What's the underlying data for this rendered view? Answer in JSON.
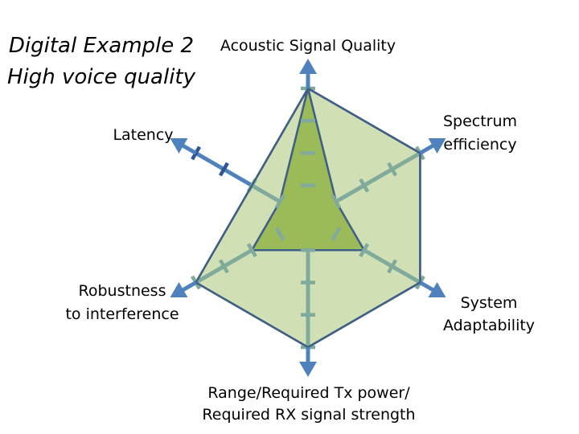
{
  "title": [
    "Digital Example 2",
    "High voice quality"
  ],
  "axes": [
    {
      "key": "acoustic",
      "label": [
        "Acoustic Signal Quality"
      ]
    },
    {
      "key": "spectrum",
      "label": [
        "Spectrum",
        "efficiency"
      ]
    },
    {
      "key": "adaptability",
      "label": [
        "System",
        "Adaptability"
      ]
    },
    {
      "key": "range",
      "label": [
        "Range/Required Tx power/",
        "Required RX signal strength"
      ]
    },
    {
      "key": "robustness",
      "label": [
        "Robustness",
        "to interference"
      ]
    },
    {
      "key": "latency",
      "label": [
        "Latency"
      ]
    }
  ],
  "chart_data": {
    "type": "radar",
    "scale_max": 4,
    "series": [
      {
        "values": [
          4,
          4,
          4,
          4,
          4,
          2
        ]
      },
      {
        "values": [
          4,
          1,
          2,
          1,
          2,
          1
        ]
      }
    ]
  },
  "colors": {
    "axis": "#4f81bd",
    "tick": "#2f5597",
    "axis_inner": "#7faa9c",
    "outer_fill": "#d0e0b4",
    "inner_fill": "#9bbb59",
    "outline": "#3f5f86"
  }
}
